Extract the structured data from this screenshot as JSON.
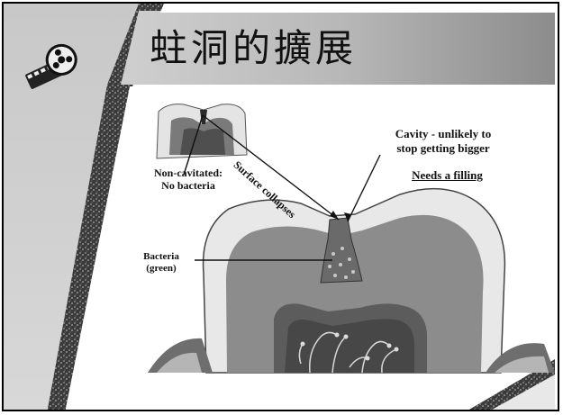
{
  "slide": {
    "title": "蛀洞的擴展"
  },
  "labels": {
    "cavity_line1": "Cavity - unlikely to",
    "cavity_line2": "stop getting bigger",
    "needs_filling": "Needs a filling",
    "noncav_line1": "Non-cavitated:",
    "noncav_line2": "No bacteria",
    "surface_collapses": "Surface collapses",
    "bacteria_line1": "Bacteria",
    "bacteria_line2": "(green)"
  },
  "icons": {
    "decorative": "film-reel-icon"
  }
}
